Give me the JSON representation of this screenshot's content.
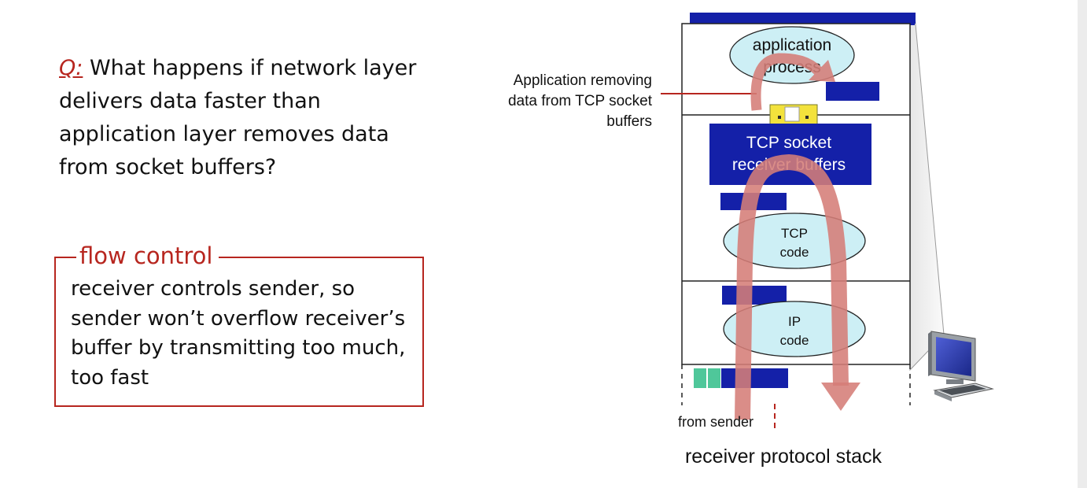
{
  "question": {
    "label": "Q:",
    "text": " What happens if network layer delivers data faster than application layer removes data from socket buffers?"
  },
  "flow_control": {
    "title": "flow control",
    "description": "receiver controls sender, so sender won’t overflow receiver’s buffer by transmitting too much, too fast"
  },
  "stack": {
    "application_process": [
      "application",
      "process"
    ],
    "app_removing_label": [
      "Application removing",
      "data from TCP socket",
      "buffers"
    ],
    "tcp_buffers": [
      "TCP socket",
      "receiver buffers"
    ],
    "tcp_code": [
      "TCP",
      "code"
    ],
    "ip_code": [
      "IP",
      "code"
    ],
    "from_sender": "from sender",
    "caption": "receiver protocol stack"
  },
  "colors": {
    "accent_red": "#b7261f",
    "segment_blue": "#1420a8",
    "ellipse_fill": "#cdeff5",
    "arrow": "#d57d78",
    "segment_green": "#4fc79a",
    "buffer_yellow": "#f3e23c"
  },
  "icons": [
    "desktop-computer-icon",
    "flow-arrow-icon"
  ]
}
